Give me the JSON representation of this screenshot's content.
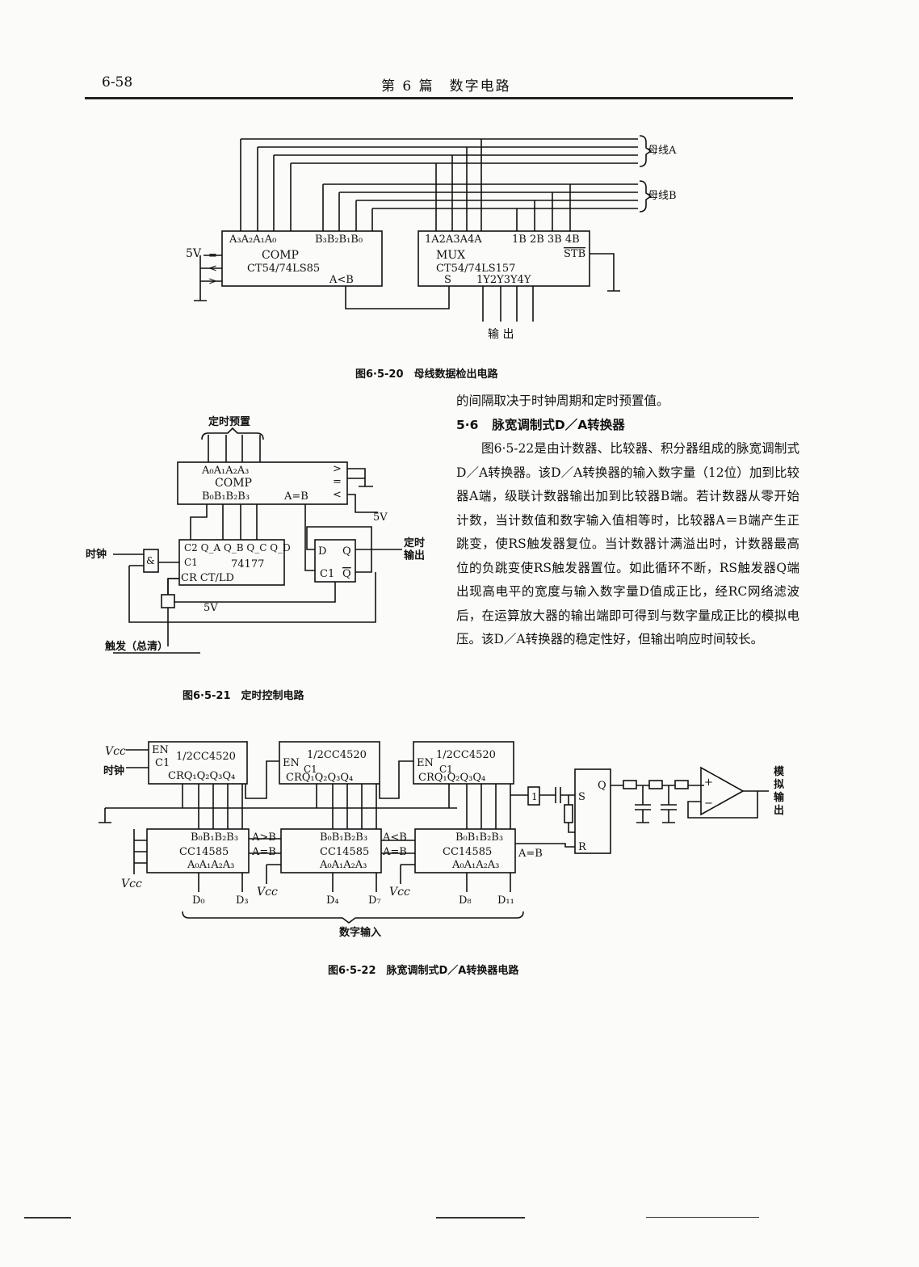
{
  "header": {
    "page_number": "6-58",
    "title": "第 6 篇　数字电路"
  },
  "figure_20": {
    "caption": "图6·5-20　母线数据检出电路",
    "bus_a_label": "母线A",
    "bus_b_label": "母线B",
    "voltage": "5V",
    "comp": {
      "inputs_a": "A₃A₂A₁A₀",
      "inputs_b": "B₃B₂B₁B₀",
      "name": "COMP",
      "part": "CT54/74LS85",
      "output": "A<B",
      "pin_eq": "=",
      "pin_lt": "<",
      "pin_gt": ">"
    },
    "mux": {
      "inputs_a": "1A2A3A4A",
      "inputs_b": "1B 2B 3B 4B",
      "name": "MUX",
      "part": "CT54/74LS157",
      "strobe": "STB",
      "select": "S",
      "outputs": "1Y2Y3Y4Y"
    },
    "output_label": "输 出"
  },
  "figure_21": {
    "caption": "图6·5-21　定时控制电路",
    "preset_label": "定时预置",
    "comp": {
      "inputs_a": "A₀A₁A₂A₃",
      "name": "COMP",
      "inputs_b": "B₀B₁B₂B₃",
      "output": "A=B",
      "pin_gt": ">",
      "pin_eq": "=",
      "pin_lt": "<"
    },
    "voltage_top": "5V",
    "counter": {
      "pins_top": "C2 Q_A Q_B Q_C Q_D",
      "clock_pin": "C1",
      "part": "74177",
      "control": "CR CT/LD"
    },
    "voltage_bottom": "5V",
    "flipflop": {
      "d": "D",
      "q": "Q",
      "c1": "C1",
      "qbar": "Q"
    },
    "clock_label": "时钟",
    "and_gate": "&",
    "output_label": "定时\n输出",
    "trigger_label": "触发（总清）"
  },
  "body_text": {
    "line_1": "的间隔取决于时钟周期和定时预置值。",
    "section_number": "5·6",
    "section_title": "脉宽调制式D／A转换器",
    "paragraph": "图6·5-22是由计数器、比较器、积分器组成的脉宽调制式D／A转换器。该D／A转换器的输入数字量（12位）加到比较器A端，级联计数器输出加到比较器B端。若计数器从零开始计数，当计数值和数字输入值相等时，比较器A＝B端产生正跳变，使RS触发器复位。当计数器计满溢出时，计数器最高位的负跳变使RS触发器置位。如此循环不断，RS触发器Q端出现高电平的宽度与输入数字量D值成正比，经RC网络滤波后，在运算放大器的输出端即可得到与数字量成正比的模拟电压。该D／A转换器的稳定性好，但输出响应时间较长。"
  },
  "figure_22": {
    "caption": "图6·5-22　脉宽调制式D／A转换器电路",
    "vcc": "Vcc",
    "clock_label": "时钟",
    "counter_part": "1/2CC4520",
    "counter_en": "EN",
    "counter_c1": "C1",
    "counter_outputs": "CRQ₁Q₂Q₃Q₄",
    "comparator_part": "CC14585",
    "comparator_b": "B₀B₁B₂B₃",
    "comparator_a": "A₀A₁A₂A₃",
    "gt": "A>B",
    "eq": "A=B",
    "lt": "A<B",
    "inputs": [
      "D₀",
      "D₃",
      "D₄",
      "D₇",
      "D₈",
      "D₁₁"
    ],
    "rs": {
      "s": "S",
      "r": "R",
      "q": "Q"
    },
    "buffer": "1",
    "amp_plus": "+",
    "amp_minus": "−",
    "output_label": "模拟输出",
    "digital_input_label": "数字输入"
  }
}
